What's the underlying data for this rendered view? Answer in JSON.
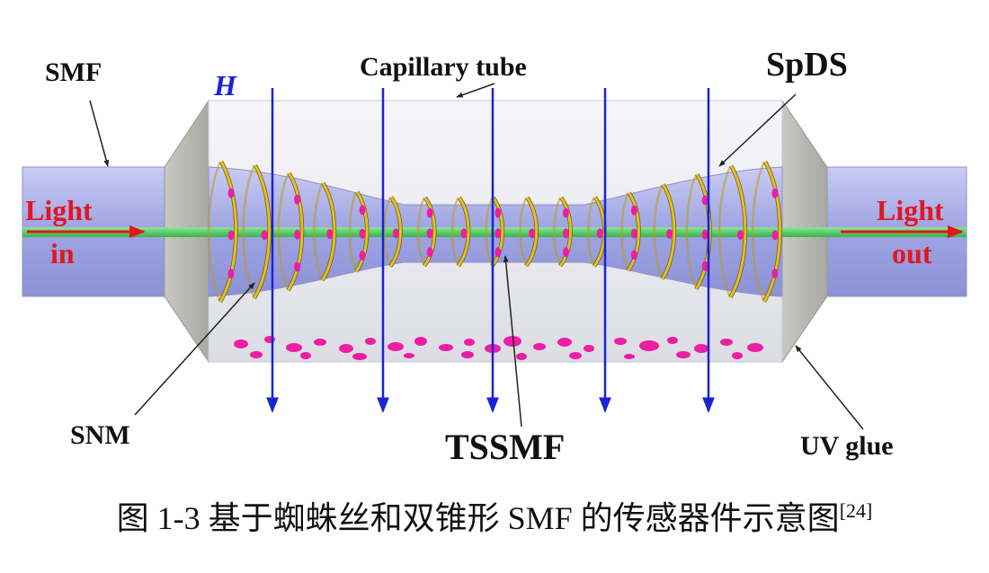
{
  "labels": {
    "smf": "SMF",
    "h": "H",
    "capillary": "Capillary tube",
    "spds": "SpDS",
    "light_in_1": "Light",
    "light_in_2": "in",
    "light_out_1": "Light",
    "light_out_2": "out",
    "snm": "SNM",
    "tssmf": "TSSMF",
    "uv_glue": "UV glue"
  },
  "caption": {
    "text": "图 1-3  基于蜘蛛丝和双锥形 SMF 的传感器件示意图",
    "ref": "[24]"
  },
  "colors": {
    "fiber": "#a4a9e6",
    "capillary": "#ececf2",
    "glue": "#b9b9b3",
    "spring": "#e2bf25",
    "particles": "#ec1ea2",
    "field": "#1a23d6",
    "light": "#e3161e",
    "core": "#46c95a"
  },
  "diagram": {
    "field_arrow_count": 5,
    "helix_turns": 17
  }
}
